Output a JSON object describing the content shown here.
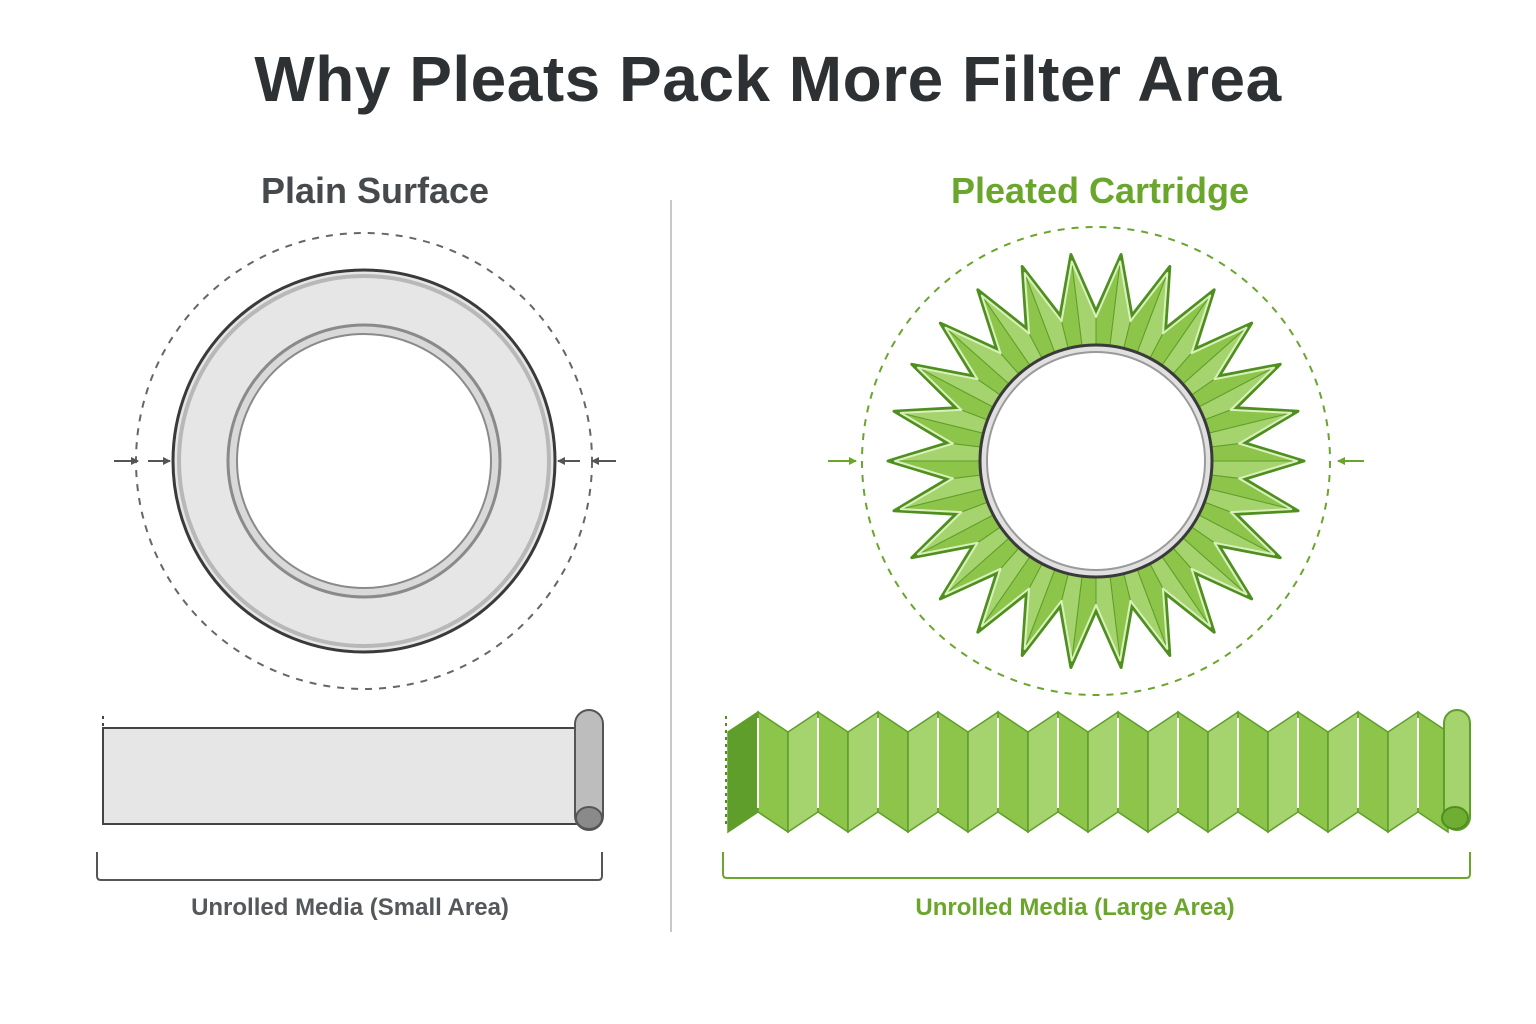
{
  "title": "Why Pleats Pack More Filter Area",
  "panels": {
    "left": {
      "heading": "Plain Surface",
      "caption": "Unrolled Media (Small Area)"
    },
    "right": {
      "heading": "Pleated Cartridge",
      "caption": "Unrolled Media (Large Area)"
    }
  },
  "colors": {
    "gray_fill": "#e6e6e6",
    "gray_stroke": "#3a3a3a",
    "green_light": "#a5d36d",
    "green_mid": "#8cc54a",
    "green_dark": "#5f9e2a",
    "green_stroke": "#4f8f1f"
  }
}
